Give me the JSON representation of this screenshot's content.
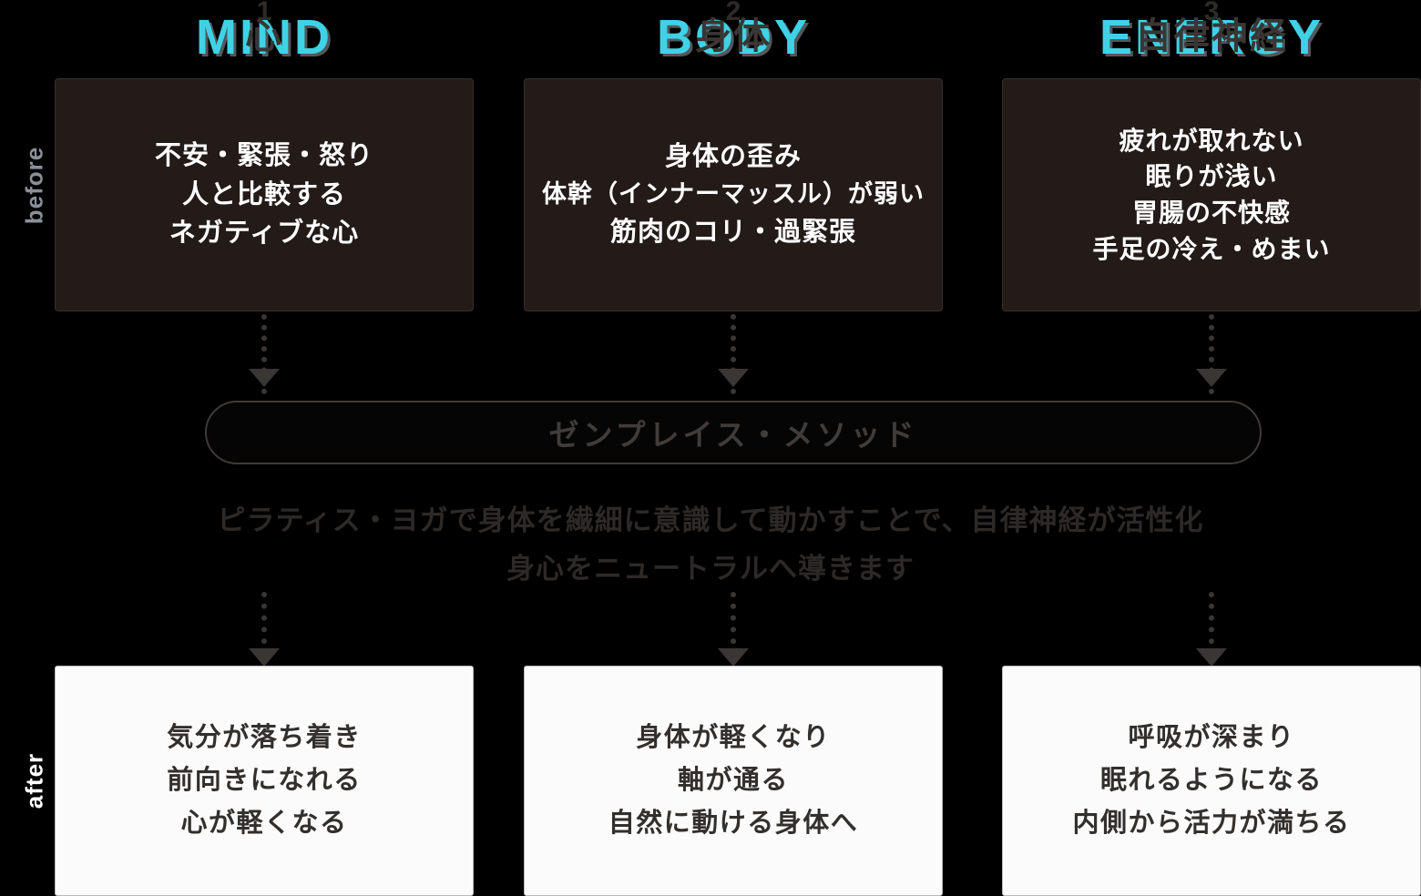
{
  "rail": {
    "before_label": "before",
    "after_label": "after"
  },
  "columns": [
    {
      "number": "1",
      "en_title": "MIND",
      "jp_title": "心",
      "problem_lines": [
        "不安・緊張・怒り",
        "人と比較する",
        "ネガティブな心"
      ],
      "result_lines": [
        "気分が落ち着き",
        "前向きになれる",
        "心が軽くなる"
      ]
    },
    {
      "number": "2",
      "en_title": "BODY",
      "jp_title": "身体",
      "problem_lines": [
        "身体の歪み",
        "体幹（インナーマッスル）が弱い",
        "筋肉のコリ・過緊張"
      ],
      "result_lines": [
        "身体が軽くなり",
        "軸が通る",
        "自然に動ける身体へ"
      ]
    },
    {
      "number": "3",
      "en_title": "ENERGY",
      "jp_title": "自律神経",
      "problem_lines": [
        "疲れが取れない",
        "眠りが浅い",
        "胃腸の不快感",
        "手足の冷え・めまい"
      ],
      "result_lines": [
        "呼吸が深まり",
        "眠れるようになる",
        "内側から活力が満ちる"
      ]
    }
  ],
  "method": {
    "pill_label": "ゼンプレイス・メソッド",
    "description_lines": [
      "ピラティス・ヨガで身体を繊細に意識して動かすことで、自律神経が活性化",
      "身心をニュートラルへ導きます"
    ]
  },
  "colors": {
    "background": "#000000",
    "accent_cyan": "#3fd2e6",
    "dark_box": "#231b18",
    "light_box": "#fbfbfb",
    "ink": "#3a3634",
    "rail_before": "#8a9098",
    "rail_after": "#ffffff"
  }
}
